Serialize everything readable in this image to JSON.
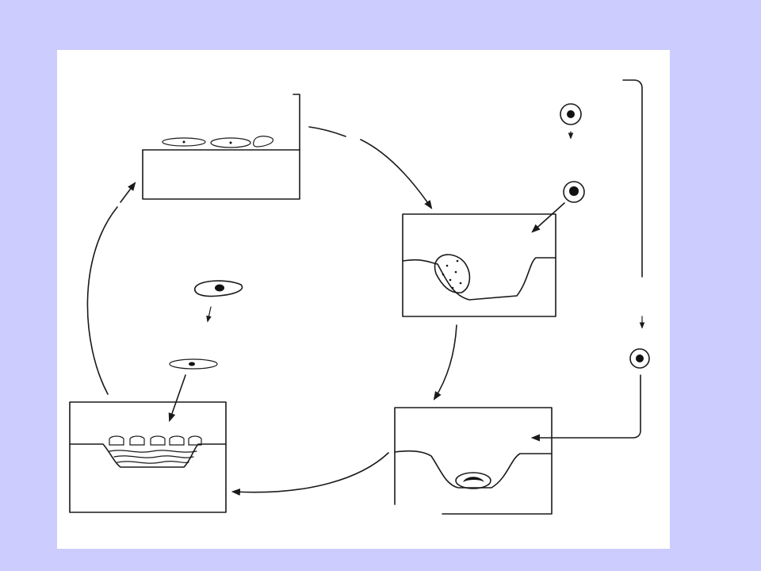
{
  "colors": {
    "slide_background": "#ccccff",
    "panel_background": "#ffffff",
    "ink": "#1a1a1a"
  },
  "diagram": {
    "type": "cycle",
    "stages": [
      "lining-cells-stage",
      "resorption-pit-stage",
      "reversal-stage",
      "formation-stage"
    ],
    "text_labels": []
  }
}
